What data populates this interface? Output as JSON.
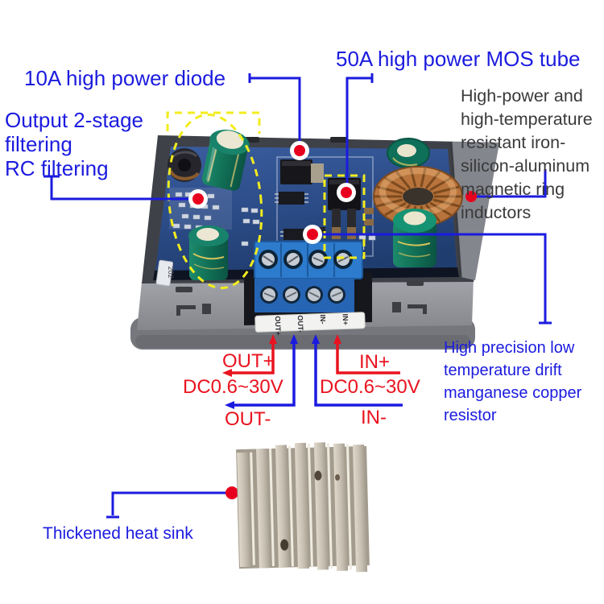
{
  "annotations": {
    "mos_label": "50A high power MOS tube",
    "diode_label": "10A high power diode",
    "output_filter_label": "Output 2-stage\nfiltering\nRC filtering",
    "inductor_label": "High-power and\nhigh-temperature\nresistant iron-\nsilicon-aluminum\nmagnetic ring\ninductors",
    "resistor_label": "High precision low\ntemperature drift\nmanganese copper\nresistor",
    "heatsink_label": "Thickened heat sink"
  },
  "wiring": {
    "out_plus": "OUT+",
    "out_minus": "OUT-",
    "in_plus": "IN+",
    "in_minus": "IN-",
    "out_voltage_range": "DC0.6~30V",
    "in_voltage_range": "DC0.6~30V",
    "terminal_strip": [
      "OUT+",
      "OUT-",
      "IN-",
      "IN+"
    ]
  },
  "board": {
    "resistor_marking": "202"
  },
  "colors": {
    "annotation_blue": "#1b1bdf",
    "annotation_red": "#e9131f",
    "callout_dot_red": "#e8001f",
    "highlight_dashed_yellow": "#f2ec1e",
    "body_text_black": "#3a3a3a",
    "pcb_blue": "#2e4e8c",
    "capacitor_teal": "#15826a",
    "copper": "#b8743c",
    "terminal_block_blue": "#2d7bcd",
    "case_gray": "#90939a"
  }
}
